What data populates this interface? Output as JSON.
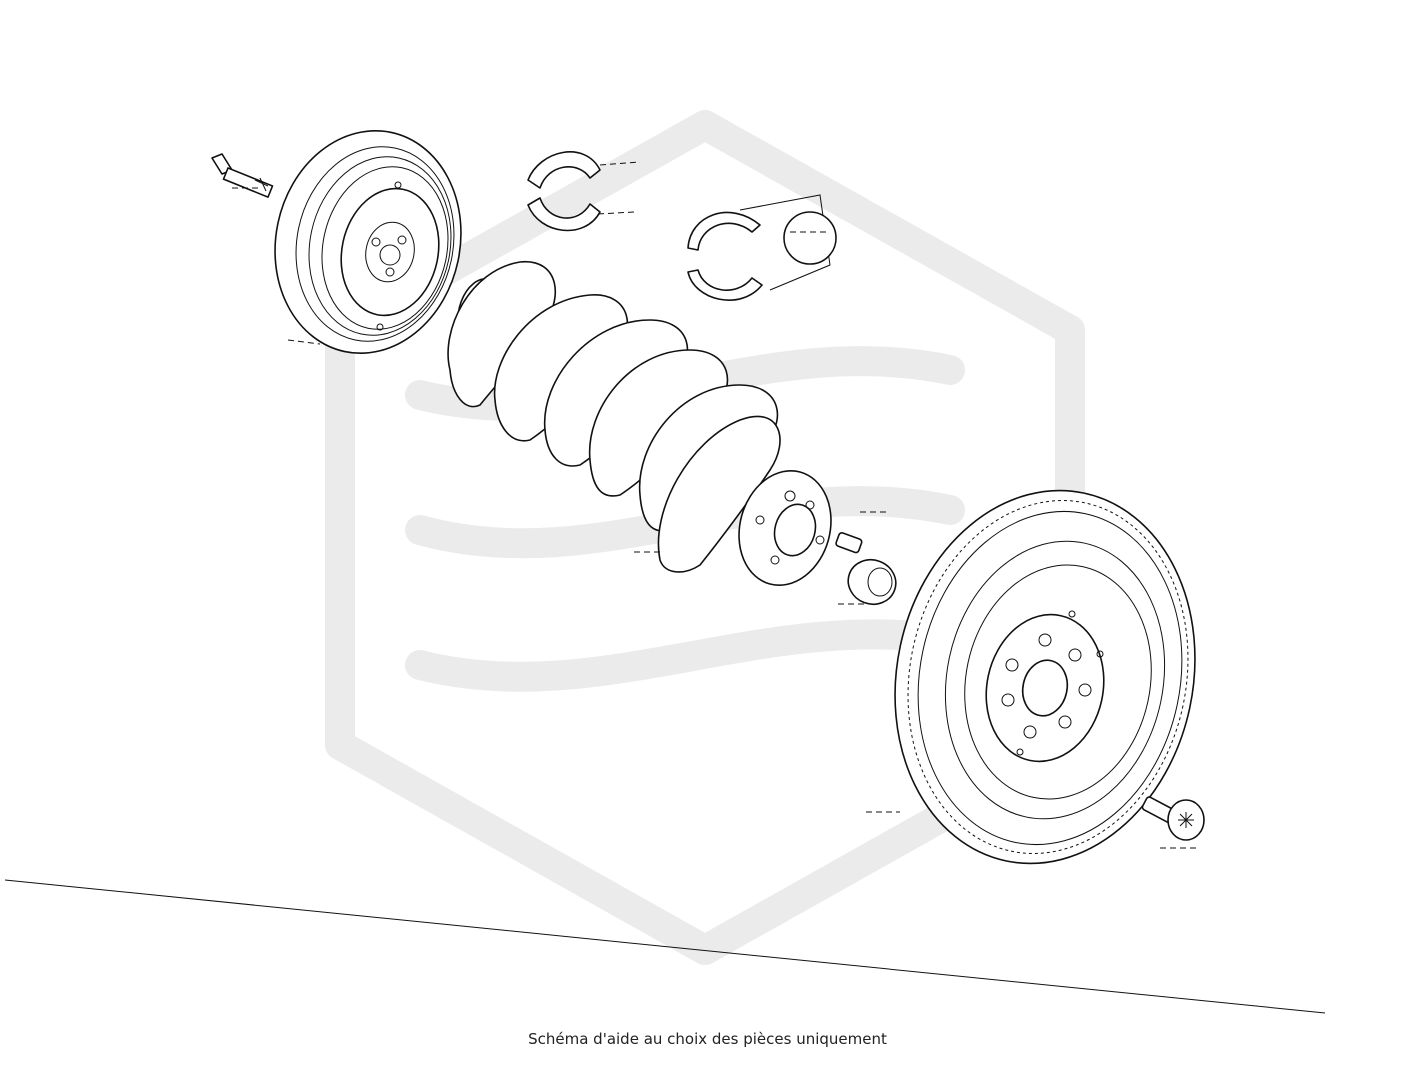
{
  "caption": "Schéma d'aide au choix des pièces uniquement",
  "watermark": {
    "color": "#ebebeb"
  },
  "line_color": "#111111",
  "parts": [
    {
      "name": "crank-pulley-bolt",
      "label": ""
    },
    {
      "name": "crankshaft-pulley-damper",
      "label": ""
    },
    {
      "name": "main-bearing-shells",
      "label": ""
    },
    {
      "name": "thrust-washers",
      "label": ""
    },
    {
      "name": "crankshaft",
      "label": ""
    },
    {
      "name": "locating-pin",
      "label": ""
    },
    {
      "name": "pilot-bearing",
      "label": ""
    },
    {
      "name": "dual-mass-flywheel",
      "label": ""
    },
    {
      "name": "flywheel-bolt",
      "label": ""
    }
  ]
}
